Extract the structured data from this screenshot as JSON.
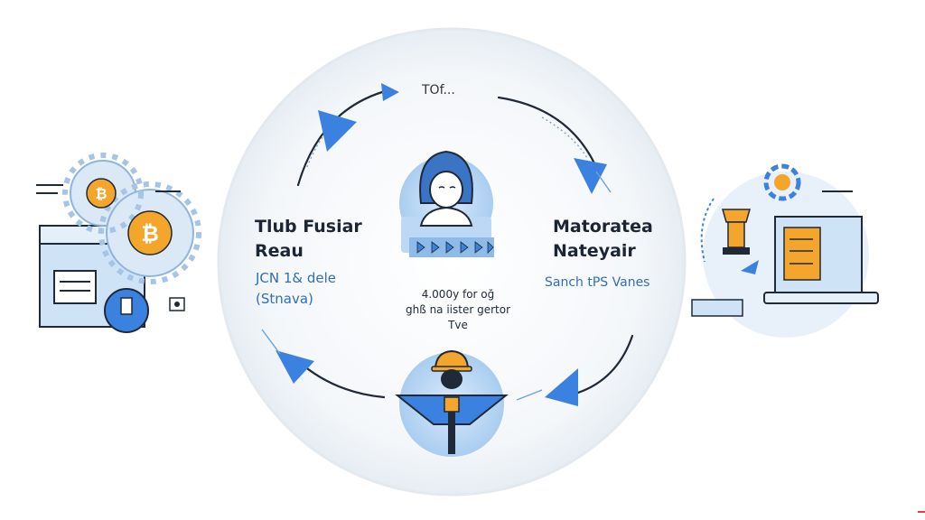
{
  "diagram": {
    "top_label": "TOf...",
    "left_node": {
      "title_line1": "Tlub Fusiar",
      "title_line2": "Reau",
      "sub_line1": "JCN 1& dele",
      "sub_line2": "(Stnava)"
    },
    "right_node": {
      "title_line1": "Matoratea",
      "title_line2": "Nateyair",
      "sub": "Sanch tPS Vanes"
    },
    "center": {
      "line1": "4.000y for oğ",
      "line2": "ghß na iister gertor",
      "line3": "Tve"
    },
    "icons": [
      "bitcoin-icon",
      "gear-icon",
      "browser-window-icon",
      "person-icon",
      "worker-icon",
      "laptop-icon",
      "trophy-icon",
      "arrow-icon"
    ],
    "colors": {
      "accent_blue": "#3b82e0",
      "light_blue": "#cfe3f7",
      "bitcoin_orange": "#f4a52b",
      "dark_line": "#1f2937",
      "circle_bg": "#f5f8fb"
    }
  }
}
